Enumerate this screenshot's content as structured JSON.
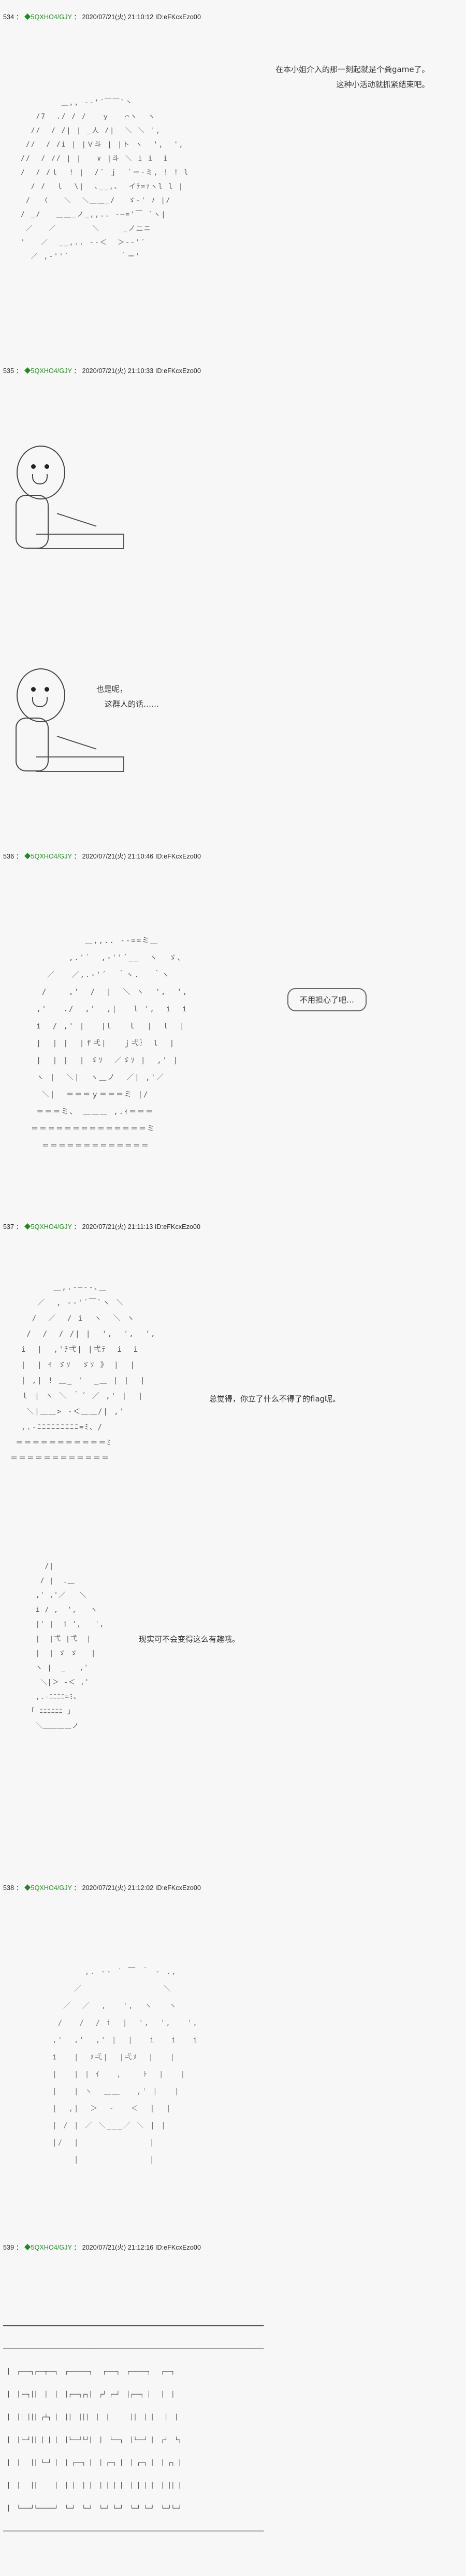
{
  "thread": {
    "posts": [
      {
        "number": "534",
        "separator": "：",
        "trip_icon": "◆",
        "trip": "5QXHO4/GJY",
        "date": "2020/07/21(火) 21:10:12",
        "id": "ID:eFKcxEzo00",
        "dialogue": [
          "在本小姐介入的那一刻起就是个粪game了。",
          "这种小活动就抓紧结束吧。"
        ]
      },
      {
        "number": "535",
        "separator": "：",
        "trip_icon": "◆",
        "trip": "5QXHO4/GJY",
        "date": "2020/07/21(火) 21:10:33",
        "id": "ID:eFKcxEzo00",
        "dialogue": [
          "也是呢，",
          "这群人的话……"
        ]
      },
      {
        "number": "536",
        "separator": "：",
        "trip_icon": "◆",
        "trip": "5QXHO4/GJY",
        "date": "2020/07/21(火) 21:10:46",
        "id": "ID:eFKcxEzo00",
        "dialogue": [
          "不用担心了吧…"
        ]
      },
      {
        "number": "537",
        "separator": "：",
        "trip_icon": "◆",
        "trip": "5QXHO4/GJY",
        "date": "2020/07/21(火) 21:11:13",
        "id": "ID:eFKcxEzo00",
        "dialogue": [
          "总觉得，你立了什么不得了的flag呢。",
          "现实可不会变得这么有趣哦。"
        ]
      },
      {
        "number": "538",
        "separator": "：",
        "trip_icon": "◆",
        "trip": "5QXHO4/GJY",
        "date": "2020/07/21(火) 21:12:02",
        "id": "ID:eFKcxEzo00",
        "dialogue": []
      },
      {
        "number": "539",
        "separator": "：",
        "trip_icon": "◆",
        "trip": "5QXHO4/GJY",
        "date": "2020/07/21(火) 21:12:16",
        "id": "ID:eFKcxEzo00",
        "dialogue": []
      }
    ]
  },
  "art": {
    "p534_figure": "        ＿,, -‐'´￣￣`丶\n   /7  ./ / /   ｙ   ⌒ヽ  ヽ\n  //  / /| | _人 /|  ＼ ＼ ',\n //  / /i | |Ｖ斗 | |ト ヽ  ',  ',\n//  / // | |   ∨ |斗 ＼ i i  i\n/  / /ｌ  ! |  /´ ｊ  `ー-ミ, ! ! l\n  / /  ｌ  \\|  ､__,､  イﾃ=ｧヽl l |\n /  〈   ＼  ＼＿＿_/　 ゞ-' ﾉ |/\n/ _/   ＿＿_ノ_,,.. -―='￣ `ヽ|\n ／   ／       ＼　　　_ノ二ニ\n'   ／  __,.. -‐＜  ＞-‐'´\n  ／ ,-''´          ｀ー'",
    "p535_figure": "  ／￣￣＼\n /  ●  ● \\\n|   ﾉ ⌒ヽ  |\n|   ＼_／  |\n ＼      ／\n ／￣￣￣￣＼\n/  |     |  \\\n|  |＿＿＿|   |\n＼＿＿＿＿＿＿／",
    "p536_figure": "          ＿,,.. -‐==ミ＿\n       ,.'´  ,-''´__  ヽ  ゞ、\n   ／   ／,.-'´  ｀ヽ.　 ｀ヽ\n  /    ,'  /  |  ＼ ヽ  ',  ',\n ,'   ./  ,'  ,|   l ',  i  i\n i  / ,' |   |l   ｌ  |  l  |\n |  | |  |ｆ弌|   ｊ弌｝ l  |\n |  | |  | ゞｿ  ／ゞｿ |  ,' |\n ヽ |  ＼|  ヽ＿ノ  ／| ,'／\n  ＼|  ＝＝＝ｙ＝＝＝ミ |/\n ＝＝＝ミ、 ＿＿＿ ,.ｨ＝＝＝\n＝＝＝＝＝＝＝＝＝＝＝＝＝＝ミ\n  ＝＝＝＝＝＝＝＝＝＝＝＝＝",
    "p537_figure_a": "        ＿,.-―‐-､＿\n     ／  , -‐'´￣`ヽ ＼\n    /  ／  / i  ヽ  ＼ ヽ\n   /  /  / /| |  ',  ',  ',\n  i  |  ,'ﾁ弌| |弌ﾃ  i  i\n  |  | ｲ ゞｿ  ゞｿ 》 |  |\n  | ,| ! ＿_ '  _＿ | |  |\n  ｌ | ヽ ＼ ｀´ ／ ,' |  |\n   ＼|＿＿> -＜＿＿/| ,'\n  ,.-ﾆﾆﾆﾆﾆﾆﾆﾆﾆ=ﾐ、/\n ＝＝＝＝＝＝＝＝＝＝＝ﾐ\n＝＝＝＝＝＝＝＝＝＝＝＝",
    "p537_figure_b": "   /|\n  / |  .＿\n ,' ,'／   ＼\n i / ,  ',   ヽ\n |' |  i ',   ',\n |  |弌 |弌  |\n |  | ゞ ゞ   |\n ヽ |  _   ,'\n  ＼|＞ ‐＜ ,'\n ,.-ﾆﾆﾆﾆ=ﾐ、\n｢ ﾆﾆﾆﾆﾆﾆ ｣\n ＼＿＿＿＿ノ",
    "p538_figure": "         ,. -‐ ´ ￣ ｀ ‐ .,\n       ／               ＼\n     ／  ／  ,   ',  ヽ   ヽ\n    /   /  / i  |  ',  ',   ',\n   ,'  ,'  ,' |  |   i   i   i\n   i   |  ﾒ弌|  |弌ﾒ  |   |\n   |   | | ｲ   ,    ﾄ  |   |\n   |   | ヽ  ＿＿   ,' |   |\n   |  ,|  ＞  -   ＜  |  |\n   | / | ／ ＼___／ ＼ | |\n   |/  |             |\n       |             |",
    "p539_scene": "━━━━━━━━━━━━━━━━━━━━━━━━━━━━━━━━━━━━━━━━━━━━━━━━━━━━━━━━━━━━━━━━━━━━━━━━━━━━\n────────────────────────────────────────────────────────────────────────────\n ┃  ┌───┐┌──┬──┐  ┌──────┐   ┌───┐  ┌─────┐   ┌──┐\n ┃  │┌─┐││  │  │  │┌──┐┌┐│  ┌┘ ┌─┘  │┌──┐ │   │  │\n ┃  ││ │││ ┌┴┐ │  ││  │││  │  │      ││  │ │   │  │\n ┃  │└─┘││ │ │ │  │└──┘└┘│  │  └──┐  │└──┘ │  ┌┘  └┐\n ┃  │   ││ └─┘ │  │ ┌──┐ │  │ ┌─┐ │  │ ┌─┐ │  │ ┌┐ │\n ┃  │   ││     │  │ │  │ │  │ │ │ │  │ │ │ │  │ ││ │\n ┃  └───┘└─────┘  └─┘  └─┘  └─┘ └─┘  └─┘ └─┘  └─┘└─┘\n────────────────────────────────────────────────────────────────────────────"
  }
}
